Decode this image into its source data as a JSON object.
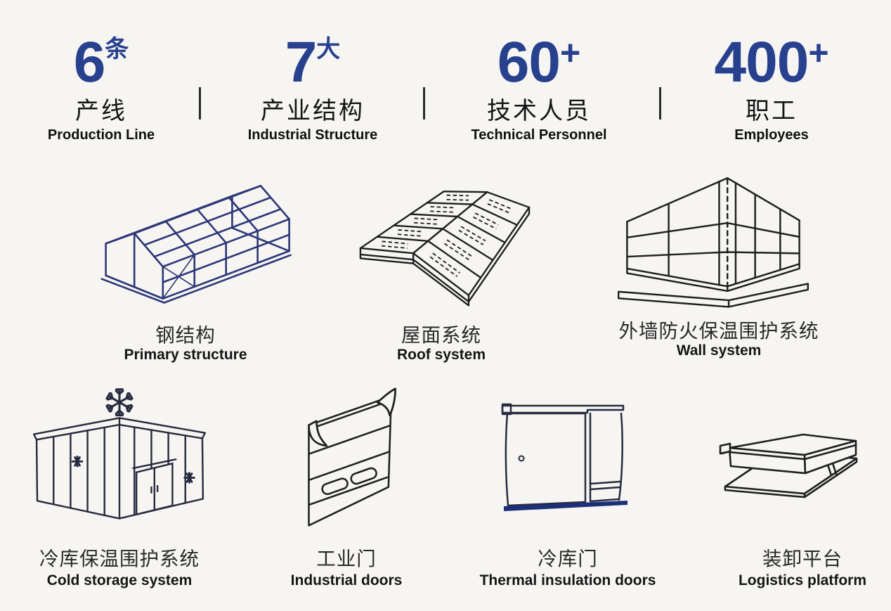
{
  "stats": [
    {
      "value": "6",
      "suffix": "条",
      "label_zh": "产线",
      "label_en": "Production Line"
    },
    {
      "value": "7",
      "suffix": "大",
      "label_zh": "产业结构",
      "label_en": "Industrial Structure"
    },
    {
      "value": "60",
      "suffix": "+",
      "label_zh": "技术人员",
      "label_en": "Technical Personnel"
    },
    {
      "value": "400",
      "suffix": "+",
      "label_zh": "职工",
      "label_en": "Employees"
    }
  ],
  "products": [
    {
      "icon": "steel-structure",
      "label_zh": "钢结构",
      "label_en": "Primary structure"
    },
    {
      "icon": "roof-panels",
      "label_zh": "屋面系统",
      "label_en": "Roof system"
    },
    {
      "icon": "wall-panels",
      "label_zh": "外墙防火保温围护系统",
      "label_en": "Wall system"
    },
    {
      "icon": "cold-storage",
      "label_zh": "冷库保温围护系统",
      "label_en": "Cold storage system"
    },
    {
      "icon": "industrial-door",
      "label_zh": "工业门",
      "label_en": "Industrial doors"
    },
    {
      "icon": "insulated-door",
      "label_zh": "冷库门",
      "label_en": "Thermal insulation doors"
    },
    {
      "icon": "dock-leveler",
      "label_zh": "装卸平台",
      "label_en": "Logistics platform"
    }
  ],
  "colors": {
    "accent_blue": "#27418f",
    "ink": "#1c1c1c",
    "steel_blue": "#2c3778",
    "navy": "#1d2f78",
    "background": "#f7f5f2"
  }
}
